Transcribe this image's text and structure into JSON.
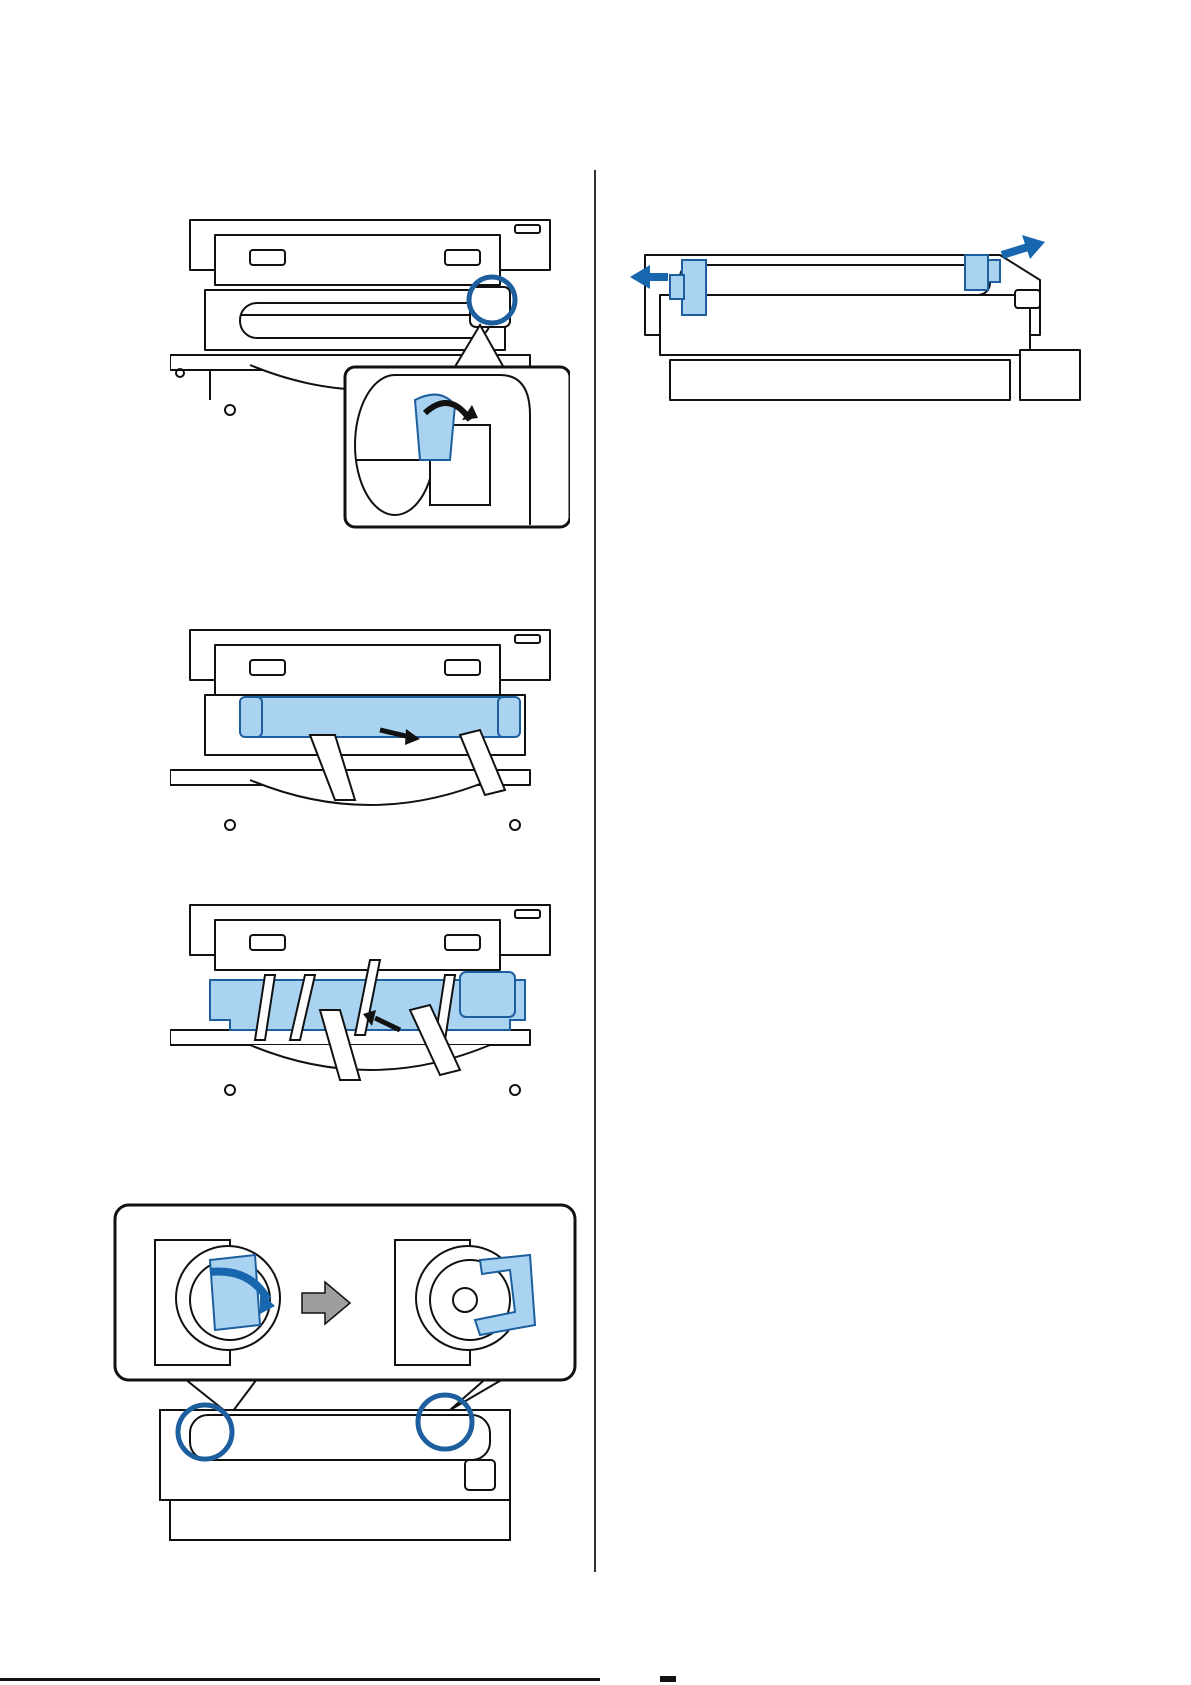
{
  "page": {
    "background": "#ffffff",
    "colors": {
      "highlight_fill": "#a9d3f0",
      "highlight_stroke": "#1d5f9e",
      "arrow_blue": "#1766ae",
      "line": "#111111",
      "shading": "#e6e6e6",
      "gray_arrow": "#9e9e9e"
    }
  },
  "figures": [
    {
      "id": "fig1",
      "desc_icon": "roll-holder-lever-release-illustration"
    },
    {
      "id": "fig2",
      "desc_icon": "remove-roll-from-stand-illustration"
    },
    {
      "id": "fig3",
      "desc_icon": "insert-roll-into-stand-illustration"
    },
    {
      "id": "fig4",
      "desc_icon": "adapter-lever-unlock-illustration"
    },
    {
      "id": "fig5",
      "desc_icon": "roll-adapters-slide-out-illustration"
    }
  ]
}
